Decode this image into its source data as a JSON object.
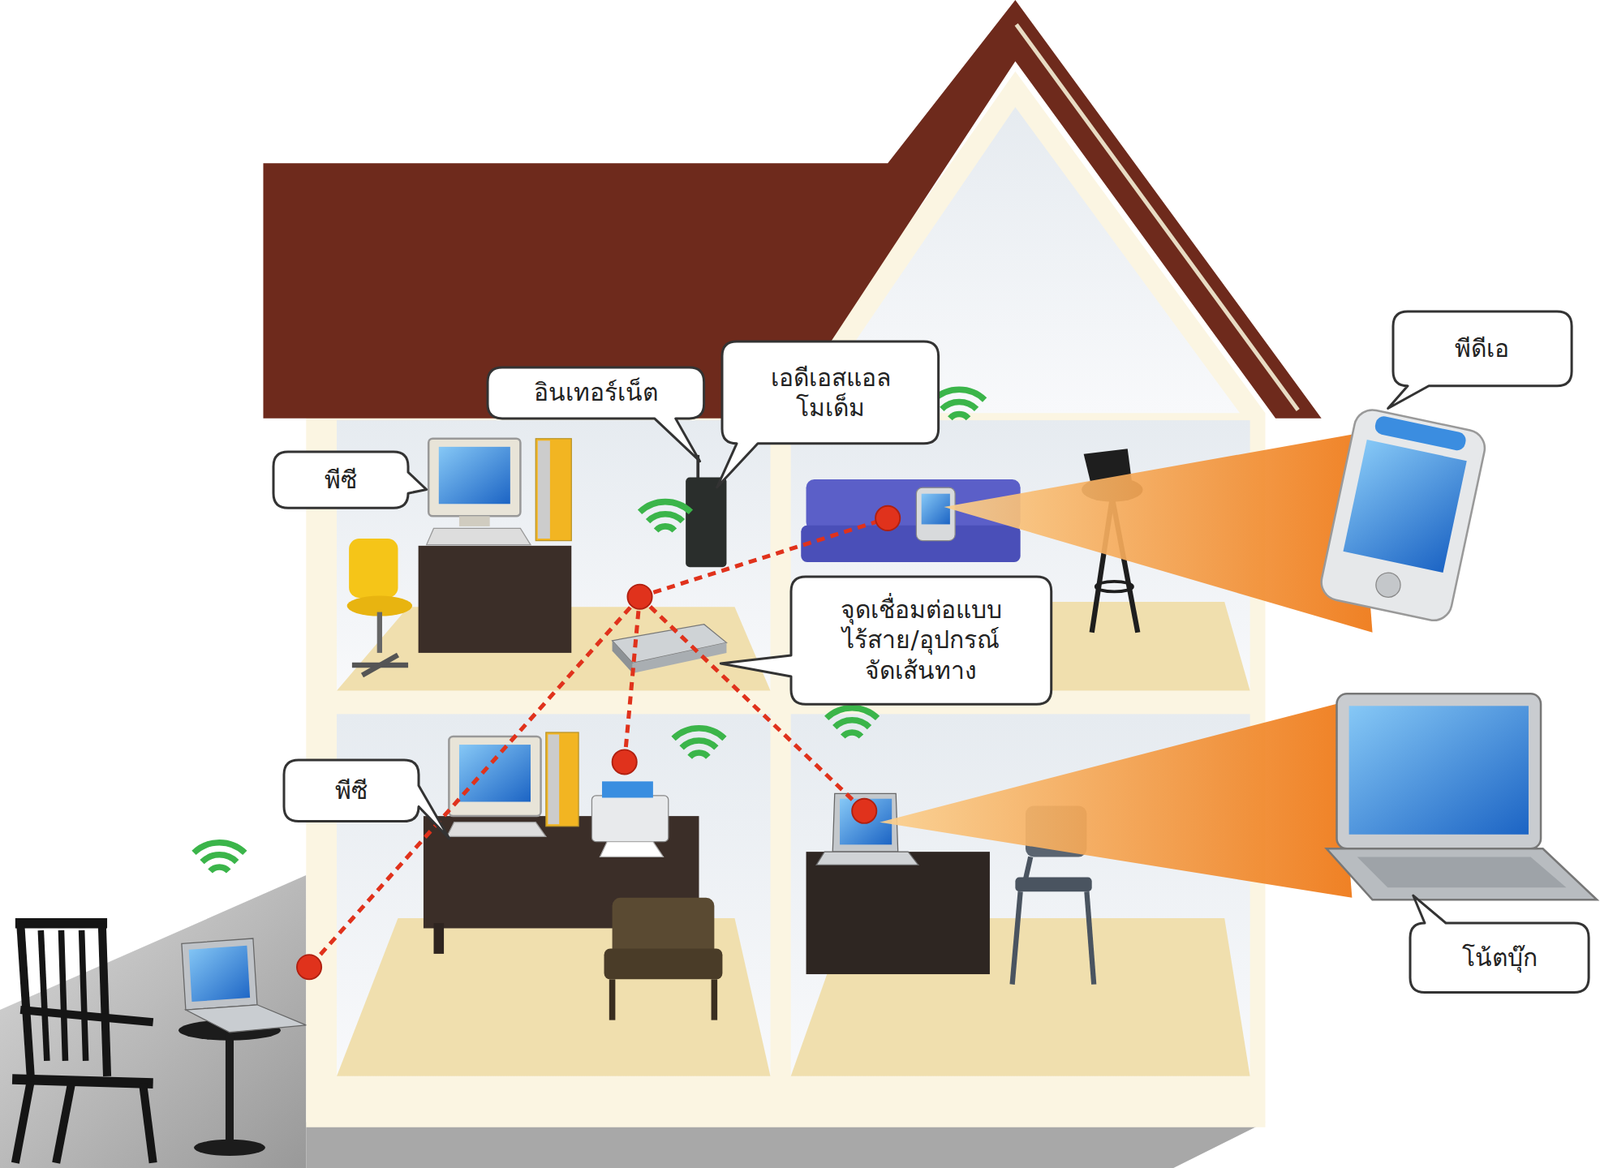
{
  "diagram": {
    "nodes": [
      {
        "text": [
          "อินเทอร์เน็ต"
        ]
      },
      {
        "text": [
          "เอดีเอสแอล โมเด็ม"
        ]
      },
      {
        "text": [
          "พีดีเอ"
        ]
      },
      {
        "text": [
          "พีซี"
        ]
      },
      {
        "text": [
          "จุดเชื่อมต่อแบบ ไร้สาย/อุปกรณ์ จัดเส้นทาง"
        ]
      },
      {
        "text": [
          "พีซี"
        ]
      },
      {
        "text": [
          "โน้ตบุ๊ก"
        ]
      }
    ]
  }
}
